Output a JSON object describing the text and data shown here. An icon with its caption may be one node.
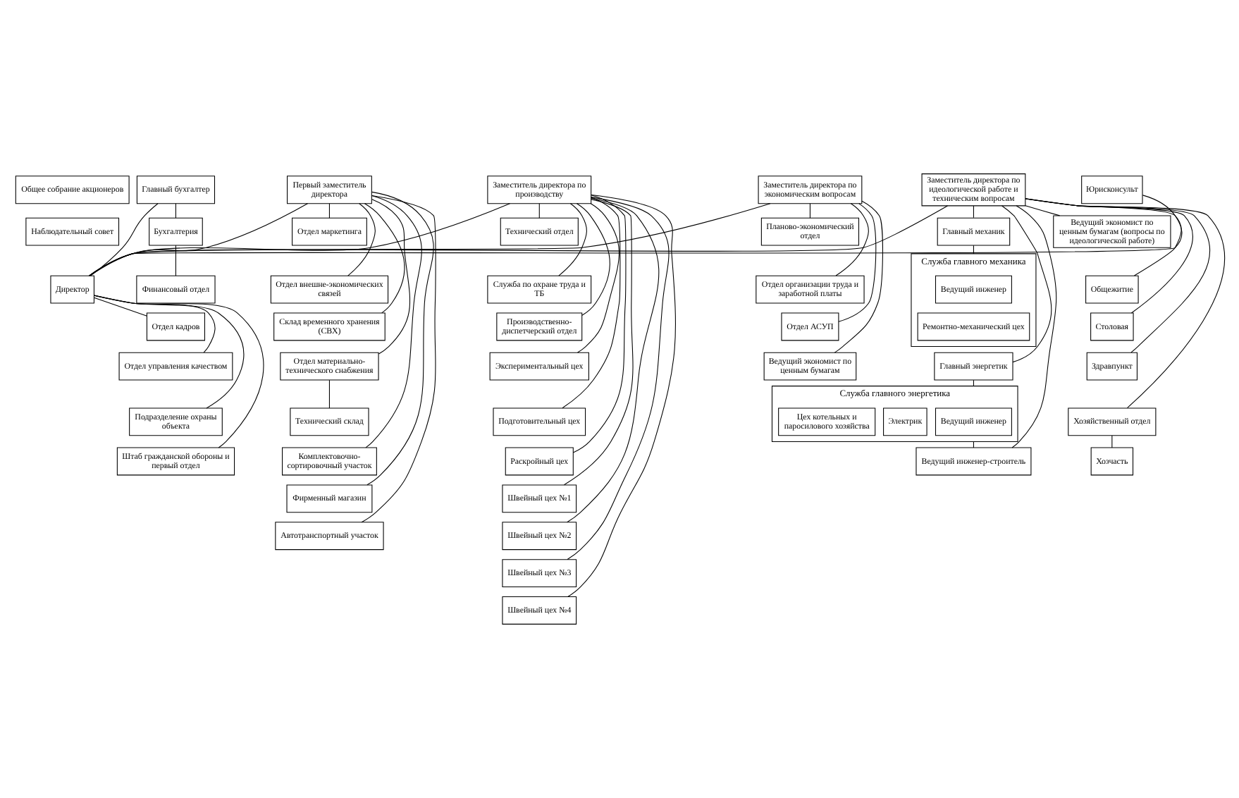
{
  "diagram": {
    "nodes": [
      {
        "text": [
          "Общее собрание акционеров"
        ]
      },
      {
        "text": [
          "Наблюдательный совет"
        ]
      },
      {
        "text": [
          "Директор"
        ]
      },
      {
        "text": [
          "Первый заместитель директора"
        ]
      },
      {
        "text": [
          "Заместитель директора по производству"
        ]
      },
      {
        "text": [
          "Заместитель директора по экономическим вопросам"
        ]
      },
      {
        "text": [
          "Заместитель директора по идеологической работе и техническим вопросам"
        ]
      },
      {
        "text": [
          "Юрисконсульт"
        ]
      },
      {
        "text": [
          "Главный бухгалтер"
        ]
      },
      {
        "text": [
          "Отдел маркетинга"
        ]
      },
      {
        "text": [
          "Отдел внешне-экономических связей"
        ]
      },
      {
        "text": [
          "Склад временного хранения (СВХ)"
        ]
      },
      {
        "text": [
          "Отдел материально-технического снабжения"
        ]
      },
      {
        "text": [
          "Технический склад"
        ]
      },
      {
        "text": [
          "Комплектовочно-сортировочный участок"
        ]
      },
      {
        "text": [
          "Фирменный магазин"
        ]
      },
      {
        "text": [
          "Автотранспортный участок"
        ]
      },
      {
        "text": [
          "Технический отдел"
        ]
      },
      {
        "text": [
          "Служба по охране труда и ТБ"
        ]
      },
      {
        "text": [
          "Производственно-диспетчерский отдел"
        ]
      },
      {
        "text": [
          "Экспериментальный цех"
        ]
      },
      {
        "text": [
          "Подготовительный цех"
        ]
      },
      {
        "text": [
          "Раскройный цех"
        ]
      },
      {
        "text": [
          "Швейный цех №1"
        ]
      },
      {
        "text": [
          "Швейный цех №2"
        ]
      },
      {
        "text": [
          "Швейный цех №3"
        ]
      },
      {
        "text": [
          "Швейный цех №4"
        ]
      },
      {
        "text": [
          "Планово-экономический отдел"
        ]
      },
      {
        "text": [
          "Отдел организации труда и заработной платы"
        ]
      },
      {
        "text": [
          "Отдел АСУП"
        ]
      },
      {
        "text": [
          "Ведущий экономист по ценным бумагам"
        ]
      },
      {
        "text": [
          "Главный механик"
        ]
      },
      {
        "text": [
          "Служба главного механика"
        ]
      },
      {
        "text": [
          "Ведущий инженер"
        ],
        "in": 32
      },
      {
        "text": [
          "Ремонтно-механический цех"
        ],
        "in": 32
      },
      {
        "text": [
          "Главный энергетик"
        ]
      },
      {
        "text": [
          "Служба главного энергетика"
        ]
      },
      {
        "text": [
          "Ведущий инженер"
        ],
        "in": 36
      },
      {
        "text": [
          "Электрик"
        ],
        "in": 36
      },
      {
        "text": [
          "Цех котельных и паросилового хозяйства"
        ],
        "in": 36
      },
      {
        "text": [
          "Ведущий инженер-строитель"
        ]
      },
      {
        "text": [
          "Ведущий экономист по ценным бумагам (вопросы по идеологической работе)"
        ]
      },
      {
        "text": [
          "Общежитие"
        ]
      },
      {
        "text": [
          "Столовая"
        ]
      },
      {
        "text": [
          "Здравпункт"
        ]
      },
      {
        "text": [
          "Хозяйственный отдел"
        ]
      },
      {
        "text": [
          "Хозчасть"
        ]
      },
      {
        "text": [
          "Бухгалтерия"
        ]
      },
      {
        "text": [
          "Финансовый отдел"
        ]
      },
      {
        "text": [
          "Отдел кадров"
        ]
      },
      {
        "text": [
          "Отдел управления качеством"
        ]
      },
      {
        "text": [
          "Подразделение охраны объекта"
        ]
      },
      {
        "text": [
          "Штаб гражданской обороны и первый отдел"
        ]
      }
    ],
    "edges": [
      {
        "from": 2,
        "to": 3,
        "arrow": "none"
      },
      {
        "from": 2,
        "to": 4,
        "arrow": "none"
      },
      {
        "from": 2,
        "to": 5,
        "arrow": "none"
      },
      {
        "from": 2,
        "to": 6,
        "arrow": "none"
      },
      {
        "from": 2,
        "to": 7,
        "arrow": "none"
      },
      {
        "from": 2,
        "to": 8,
        "arrow": "none"
      },
      {
        "from": 3,
        "to": 9,
        "arrow": "none"
      },
      {
        "from": 3,
        "to": 10,
        "arrow": "none"
      },
      {
        "from": 3,
        "to": 11,
        "arrow": "none"
      },
      {
        "from": 3,
        "to": 12,
        "arrow": "none"
      },
      {
        "from": 12,
        "to": 13,
        "arrow": "none"
      },
      {
        "from": 3,
        "to": 14,
        "arrow": "none"
      },
      {
        "from": 3,
        "to": 15,
        "arrow": "none"
      },
      {
        "from": 3,
        "to": 16,
        "arrow": "none"
      },
      {
        "from": 4,
        "to": 17,
        "arrow": "none"
      },
      {
        "from": 4,
        "to": 18,
        "arrow": "none"
      },
      {
        "from": 4,
        "to": 19,
        "arrow": "none"
      },
      {
        "from": 4,
        "to": 20,
        "arrow": "none"
      },
      {
        "from": 4,
        "to": 21,
        "arrow": "none"
      },
      {
        "from": 4,
        "to": 22,
        "arrow": "none"
      },
      {
        "from": 4,
        "to": 23,
        "arrow": "none"
      },
      {
        "from": 4,
        "to": 24,
        "arrow": "none"
      },
      {
        "from": 4,
        "to": 25,
        "arrow": "none"
      },
      {
        "from": 4,
        "to": 26,
        "arrow": "none"
      },
      {
        "from": 5,
        "to": 27,
        "arrow": "none"
      },
      {
        "from": 5,
        "to": 28,
        "arrow": "none"
      },
      {
        "from": 5,
        "to": 29,
        "arrow": "none"
      },
      {
        "from": 5,
        "to": 30,
        "arrow": "none"
      },
      {
        "from": 6,
        "to": 31,
        "arrow": "none"
      },
      {
        "from": 31,
        "to": 32,
        "arrow": "none"
      },
      {
        "from": 6,
        "to": 35,
        "arrow": "none"
      },
      {
        "from": 35,
        "to": 36,
        "arrow": "none"
      },
      {
        "from": 36,
        "to": 40,
        "arrow": "none"
      },
      {
        "from": 6,
        "to": 40,
        "arrow": "none"
      },
      {
        "from": 6,
        "to": 41,
        "arrow": "none"
      },
      {
        "from": 6,
        "to": 42,
        "arrow": "none"
      },
      {
        "from": 6,
        "to": 43,
        "arrow": "none"
      },
      {
        "from": 6,
        "to": 44,
        "arrow": "none"
      },
      {
        "from": 6,
        "to": 45,
        "arrow": "none"
      },
      {
        "from": 45,
        "to": 46,
        "arrow": "none"
      },
      {
        "from": 8,
        "to": 47,
        "arrow": "none"
      },
      {
        "from": 47,
        "to": 48,
        "arrow": "none"
      },
      {
        "from": 2,
        "to": 49,
        "arrow": "none"
      },
      {
        "from": 2,
        "to": 50,
        "arrow": "none"
      },
      {
        "from": 2,
        "to": 51,
        "arrow": "none"
      },
      {
        "from": 2,
        "to": 52,
        "arrow": "none"
      }
    ]
  }
}
